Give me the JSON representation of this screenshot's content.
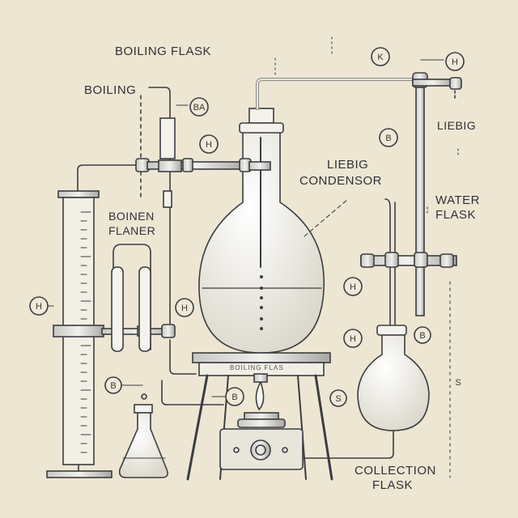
{
  "labels": {
    "boiling_flask_top": "BOILING FLASK",
    "boiling": "BOILING",
    "boinen": "BOINEN",
    "flaner": "FLANER",
    "liebig_condensor_1": "LIEBIG",
    "liebig_condensor_2": "CONDENSOR",
    "liebig_right": "LIEBIG",
    "water": "WATER",
    "flask": "FLASK",
    "collection": "COLLECTION",
    "collection_flask": "FLASK",
    "stand_plate": "BOILING FLAS"
  },
  "tags": {
    "k": "K",
    "h_top_right": "H",
    "ba": "BA",
    "h_clamp": "H",
    "b_right": "B",
    "h_left": "H",
    "h_mid": "H",
    "h_right1": "H",
    "h_right2": "H",
    "b_lower_right": "B",
    "b_bottom_left": "B",
    "b_bottom_mid": "B",
    "s_bottom": "S",
    "scale_mark": "S"
  },
  "colors": {
    "background": "#ede6d3",
    "ink": "#3b3d42",
    "glass": "#f4f2ea",
    "metal": "#9a9a98"
  }
}
